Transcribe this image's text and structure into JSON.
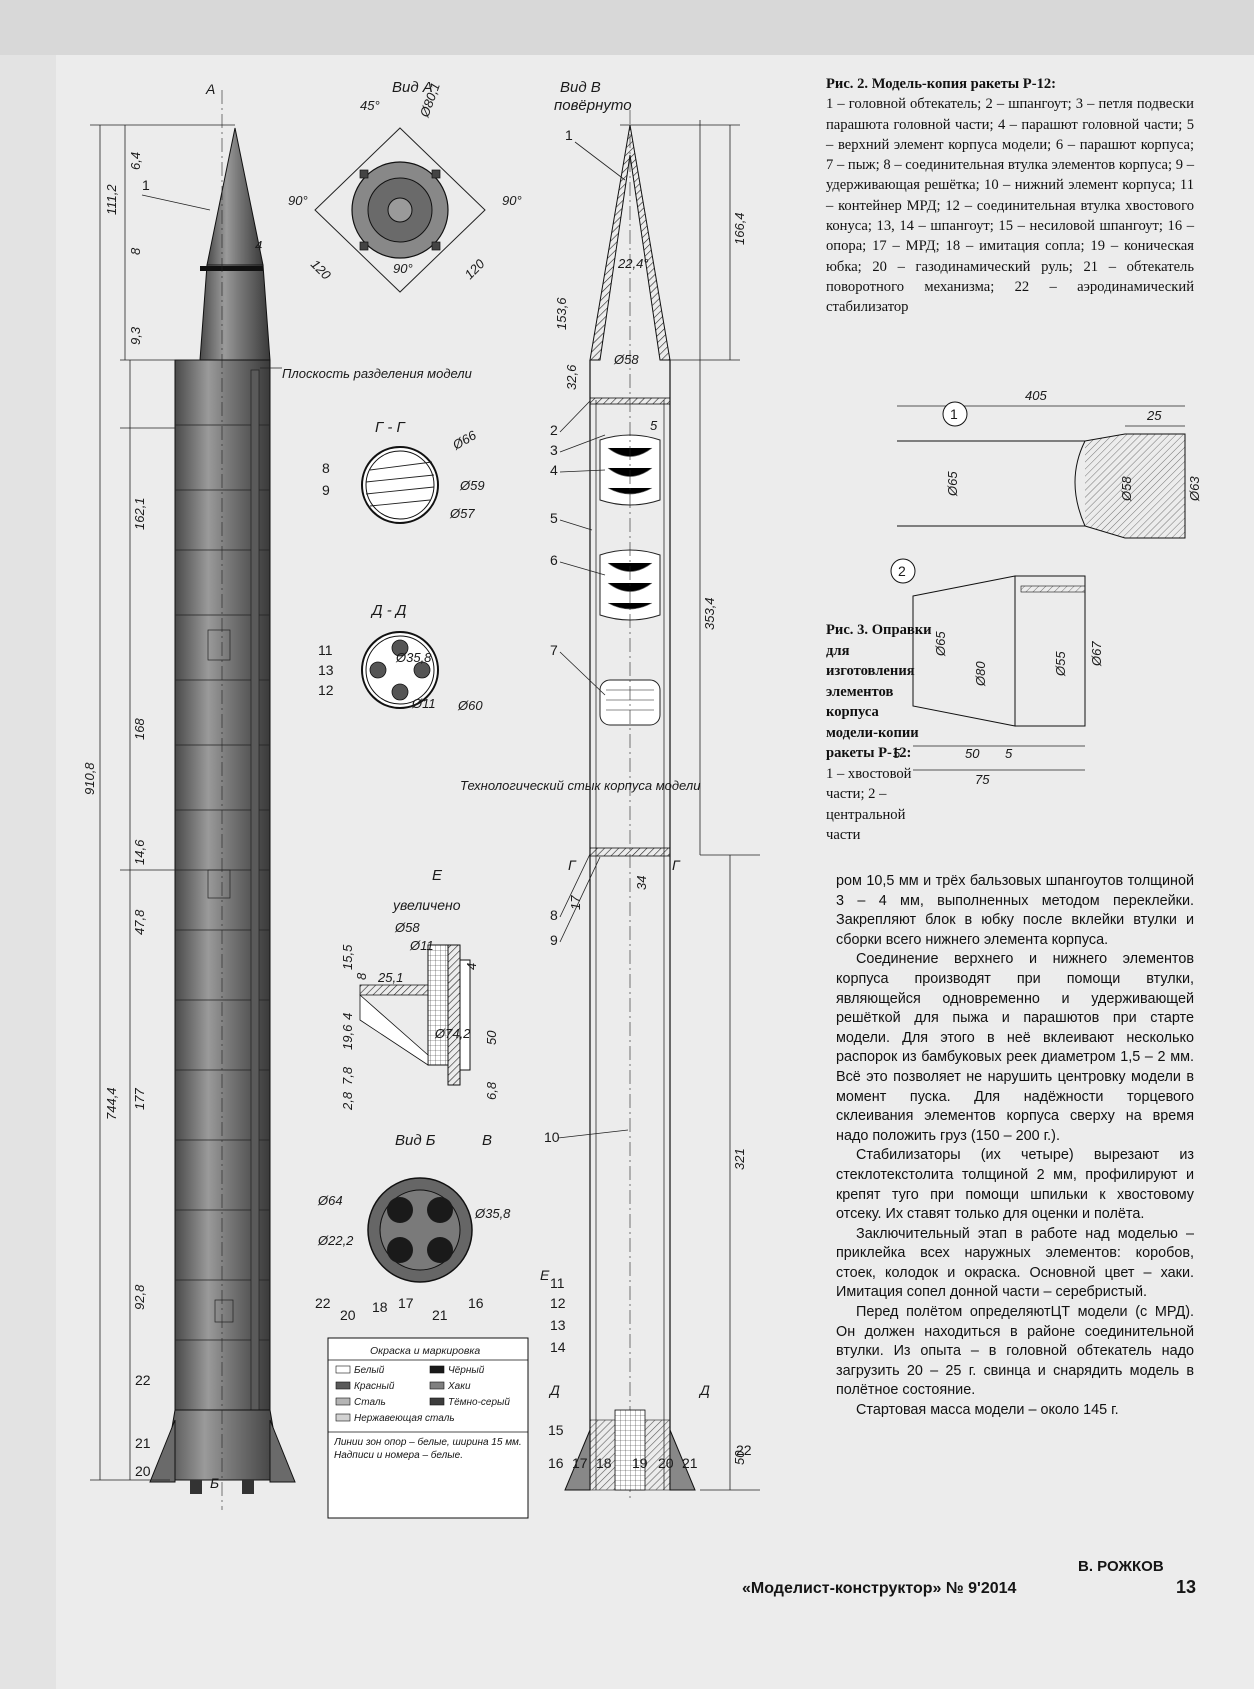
{
  "figure2": {
    "title": "Рис. 2. Модель-копия ракеты Р-12:",
    "legend": "1 – головной обтекатель; 2 – шпангоут; 3 – петля подвески парашюта головной части; 4 – парашют головной части; 5 – верхний элемент корпуса модели; 6 – парашют корпуса; 7 – пыж; 8 – соединительная втулка элементов корпуса; 9 – удерживающая решётка; 10 – нижний элемент корпуса; 11 – контейнер МРД; 12 – соединительная втулка хвостового конуса; 13, 14 – шпангоут; 15 – несиловой шпангоут; 16 – опора; 17 – МРД; 18 – имитация сопла; 19 – коническая юбка; 20 – газодинамический руль; 21 – обтекатель поворотного механизма; 22 – аэродинамический стабилизатор"
  },
  "figure3": {
    "title": "Рис. 3. Оправки для изготовления элементов корпуса модели-копии ракеты Р-12:",
    "legend": "1 – хвостовой части; 2 – центральной части"
  },
  "drawing": {
    "view_a_title": "Вид А",
    "view_b_title": "Вид В",
    "view_b_subtitle": "повёрнуто",
    "view_b_bottom_title": "Вид Б",
    "section_gg": "Г - Г",
    "section_dd": "Д - Д",
    "detail_e": "Е",
    "detail_e_sub": "увеличено",
    "separation_plane": "Плоскость разделения модели",
    "tech_joint": "Технологический стык корпуса модели",
    "letter_a": "А",
    "letter_b": "Б",
    "letter_v": "В",
    "letter_g": "Г",
    "letter_d": "Д",
    "letter_e": "Е",
    "dims_left": [
      "111,2",
      "6,4",
      "8",
      "4",
      "9,3",
      "162,1",
      "168",
      "14,6",
      "47,8",
      "910,8",
      "744,4",
      "177",
      "92,8"
    ],
    "dims_right": [
      "166,4",
      "153,6",
      "32,6",
      "5",
      "353,4",
      "22,4°",
      "Ø58",
      "34",
      "17",
      "321",
      "50"
    ],
    "dims_view_a": [
      "45°",
      "Ø80,1",
      "90°",
      "90°",
      "120",
      "120",
      "90°"
    ],
    "dims_gg": [
      "Ø66",
      "Ø59",
      "Ø57"
    ],
    "dims_dd": [
      "Ø35,8",
      "Ø11",
      "Ø60"
    ],
    "dims_e": [
      "Ø58",
      "Ø11",
      "15,5",
      "8",
      "4",
      "25,1",
      "50",
      "4",
      "19,6",
      "Ø74,2",
      "7,8",
      "2,8",
      "6,8"
    ],
    "dims_vb": [
      "Ø64",
      "Ø35,8",
      "Ø22,2"
    ],
    "part_numbers": [
      "1",
      "2",
      "3",
      "4",
      "5",
      "6",
      "7",
      "8",
      "9",
      "10",
      "11",
      "12",
      "13",
      "14",
      "15",
      "16",
      "17",
      "18",
      "19",
      "20",
      "21",
      "22"
    ],
    "color_legend": {
      "title": "Окраска и маркировка",
      "items": [
        {
          "label": "Белый",
          "color": "#ffffff"
        },
        {
          "label": "Чёрный",
          "color": "#1a1a1a"
        },
        {
          "label": "Красный",
          "color": "#5a5a5a"
        },
        {
          "label": "Хаки",
          "color": "#808080"
        },
        {
          "label": "Сталь",
          "color": "#b5b5b5"
        },
        {
          "label": "Тёмно-серый",
          "color": "#3d3d3d"
        },
        {
          "label": "Нержавеющая сталь",
          "color": "#d2d2d2"
        }
      ],
      "note": "Линии зон опор – белые, ширина 15 мм. Надписи и номера – белые."
    }
  },
  "fig3_dims": {
    "m1": [
      "405",
      "25",
      "Ø65",
      "Ø58",
      "Ø63"
    ],
    "m1_label": "1",
    "m2": [
      "Ø65",
      "Ø80",
      "Ø55",
      "Ø67",
      "5",
      "50",
      "5",
      "75"
    ],
    "m2_label": "2"
  },
  "article": {
    "paragraphs": [
      "ром 10,5 мм и трёх бальзовых шпангоутов толщиной 3 – 4 мм, выполненных методом переклейки. Закрепляют блок в юбку после вклейки втулки и сборки всего нижнего элемента корпуса.",
      "Соединение верхнего и нижнего элементов корпуса производят при помощи втулки, являющейся одновременно и удерживающей решёткой для пыжа и парашютов при старте модели. Для этого в неё вклеивают несколько распорок из бамбуковых реек диаметром 1,5 – 2 мм. Всё это позволяет не нарушить центровку модели в момент пуска. Для надёжности торцевого склеивания элементов корпуса сверху на время надо положить груз (150 – 200 г.).",
      "Стабилизаторы (их четыре) вырезают из стеклотекстолита толщиной 2 мм, профилируют и крепят туго при помощи шпильки к хвостовому отсеку. Их ставят только для оценки и полёта.",
      "Заключительный этап в работе над моделью – приклейка всех наружных элементов: коробов, стоек, колодок и окраска. Основной цвет – хаки. Имитация сопел донной части – серебристый.",
      "Перед полётом определяютЦТ модели (с МРД). Он должен находиться в районе соединительной втулки. Из опыта – в головной обтекатель надо загрузить 20 – 25 г. свинца и снарядить модель в полётное состояние.",
      "Стартовая масса модели – около 145 г."
    ],
    "author": "В. РОЖКОВ"
  },
  "footer": {
    "magazine": "«Моделист-конструктор» № 9'2014",
    "page": "13"
  }
}
